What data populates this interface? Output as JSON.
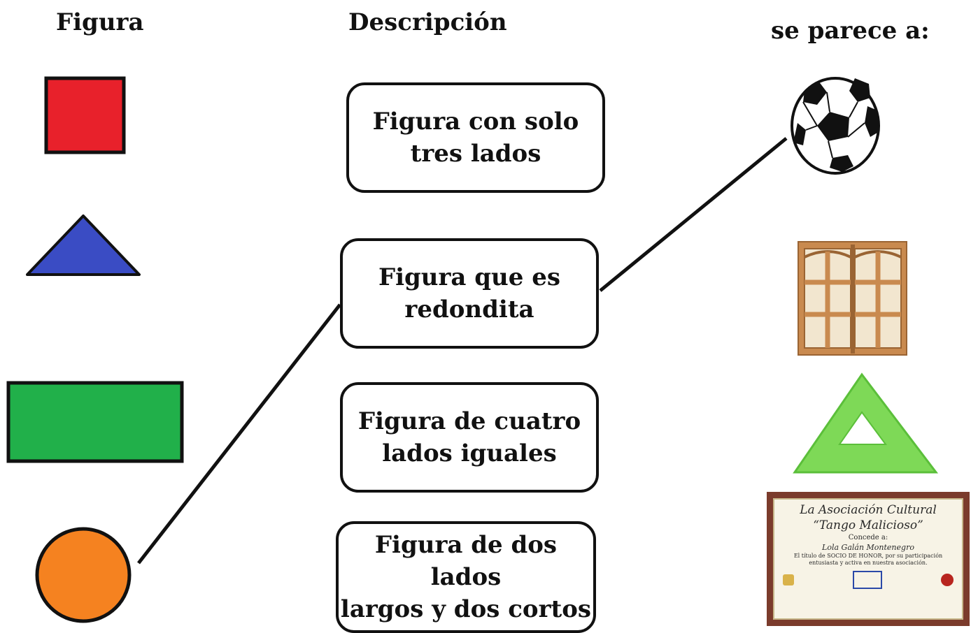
{
  "headings": {
    "figura": "Figura",
    "descripcion": "Descripción",
    "se_parece": "se parece a:"
  },
  "shapes": [
    {
      "name": "square",
      "color": "#e8212b"
    },
    {
      "name": "triangle",
      "color": "#3a4cc4"
    },
    {
      "name": "rectangle",
      "color": "#21b04a"
    },
    {
      "name": "circle",
      "color": "#f58220"
    }
  ],
  "descriptions": [
    {
      "line1": "Figura con solo",
      "line2": "tres lados"
    },
    {
      "line1": "Figura que es",
      "line2": "redondita"
    },
    {
      "line1": "Figura de cuatro",
      "line2": "lados iguales"
    },
    {
      "line1": "Figura de dos lados",
      "line2": "largos y dos cortos"
    }
  ],
  "objects": [
    "soccer-ball",
    "wooden-window",
    "set-square",
    "certificate"
  ],
  "certificate": {
    "title1": "La Asociación Cultural",
    "title2": "“Tango Malicioso”",
    "confiere": "Concede a:",
    "name": "Lola Galán Montenegro",
    "body1": "El título de SOCIO DE HONOR, por su participación",
    "body2": "entusiasta y activa en nuestra asociación."
  },
  "connections": [
    {
      "from": "circle",
      "to": "Figura que es redondita"
    },
    {
      "from": "Figura que es redondita",
      "to": "soccer-ball"
    }
  ]
}
